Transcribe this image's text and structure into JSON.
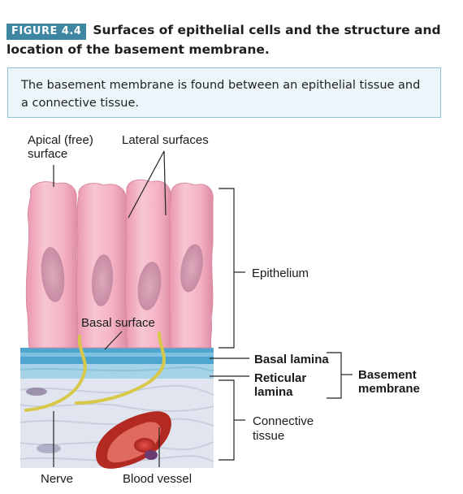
{
  "figure": {
    "tag": "FIGURE 4.4",
    "title": "Surfaces of epithelial cells and the structure and location of the basement membrane."
  },
  "callout": {
    "text": "The basement membrane is found between an epithelial tissue and a connective tissue."
  },
  "labels": {
    "apical_line1": "Apical (free)",
    "apical_line2": "surface",
    "lateral": "Lateral surfaces",
    "basal_surface": "Basal surface",
    "epithelium": "Epithelium",
    "basal_lamina": "Basal lamina",
    "reticular_line1": "Reticular",
    "reticular_line2": "lamina",
    "basement_line1": "Basement",
    "basement_line2": "membrane",
    "connective_line1": "Connective",
    "connective_line2": "tissue",
    "nerve": "Nerve",
    "blood_vessel": "Blood vessel"
  },
  "colors": {
    "cell_fill": "#f4b6c6",
    "cell_edge": "#d98aa0",
    "nucleus": "#c98fa6",
    "basal_lamina": "#4fa6cf",
    "reticular_lamina": "#9ccfe6",
    "connective_bg": "#e3e7f0",
    "nerve": "#d9c84a",
    "blood_vessel": "#b8261e",
    "header_tag": "#3f86a3"
  }
}
